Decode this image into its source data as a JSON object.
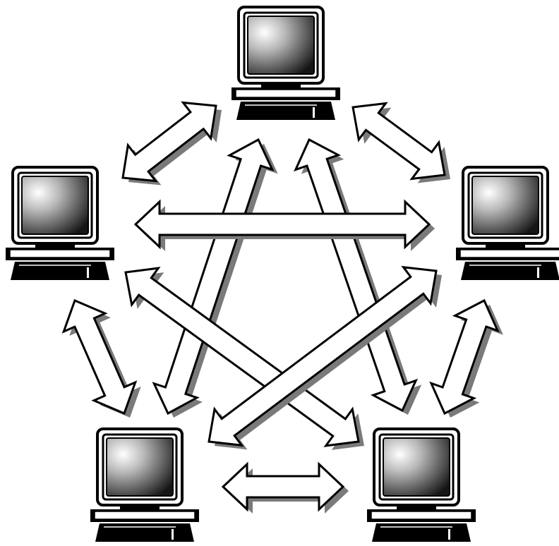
{
  "diagram": {
    "type": "fully-connected-network",
    "node_icon": "computer-icon",
    "connector_icon": "double-headed-arrow-icon",
    "colors": {
      "background": "#ffffff",
      "outline": "#000000",
      "arrow_fill": "#ffffff",
      "arrow_shadow": "#7a7a7a",
      "screen_light": "#ffffff",
      "screen_dark": "#1a1a1a",
      "keyboard": "#000000"
    },
    "nodes": [
      {
        "id": "top"
      },
      {
        "id": "left"
      },
      {
        "id": "right"
      },
      {
        "id": "bottom-left"
      },
      {
        "id": "bottom-right"
      }
    ],
    "links": [
      {
        "from": "top",
        "to": "left"
      },
      {
        "from": "top",
        "to": "right"
      },
      {
        "from": "top",
        "to": "bottom-left"
      },
      {
        "from": "top",
        "to": "bottom-right"
      },
      {
        "from": "left",
        "to": "right"
      },
      {
        "from": "left",
        "to": "bottom-left"
      },
      {
        "from": "left",
        "to": "bottom-right"
      },
      {
        "from": "right",
        "to": "bottom-left"
      },
      {
        "from": "right",
        "to": "bottom-right"
      },
      {
        "from": "bottom-left",
        "to": "bottom-right"
      }
    ]
  }
}
